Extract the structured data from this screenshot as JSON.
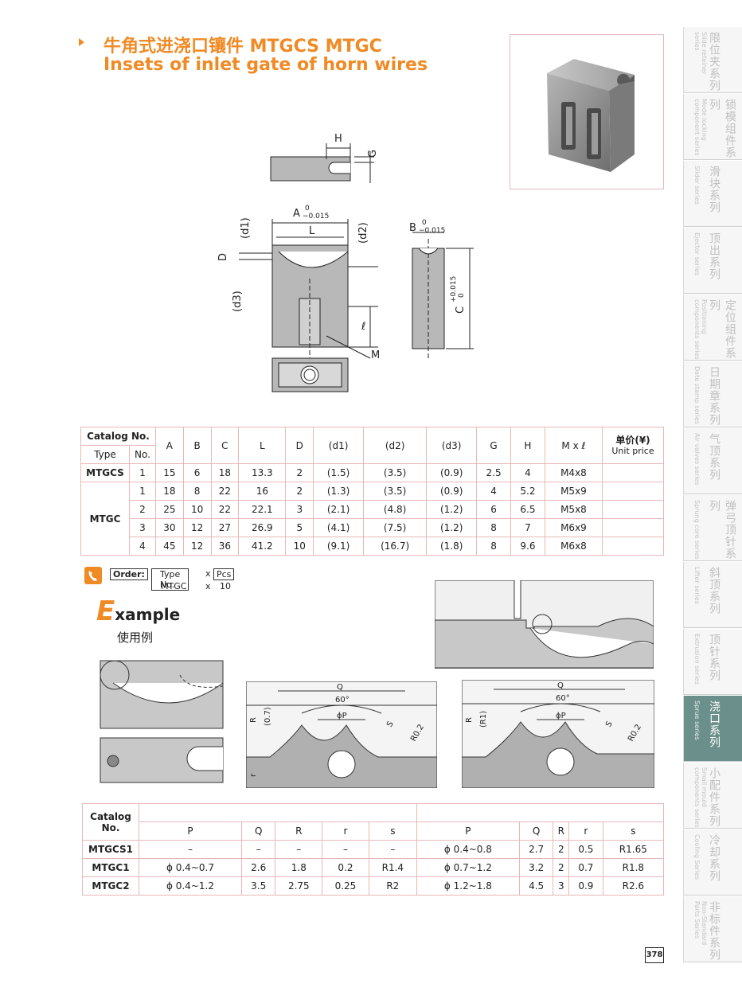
{
  "header": {
    "title_zh": "牛角式进浇口镶件 MTGCS MTGC",
    "title_en": "Insets of inlet gate of horn wires"
  },
  "drawing_labels": {
    "H": "H",
    "G": "G",
    "A": "A",
    "A_tol_top": "0",
    "A_tol_bot": "−0.015",
    "L": "L",
    "d1": "(d1)",
    "d2": "(d2)",
    "D": "D",
    "d3": "(d3)",
    "l": "ℓ",
    "M": "M",
    "B": "B",
    "B_tol_top": "0",
    "B_tol_bot": "−0.015",
    "C": "C",
    "C_tol_top": "+0.015",
    "C_tol_bot": "0"
  },
  "sidebar": {
    "tabs": [
      {
        "zh": "限位夹系列",
        "en": "Slide retainer series",
        "active": false
      },
      {
        "zh": "锁模组件系列",
        "en": "Mode locking component series",
        "active": false
      },
      {
        "zh": "滑块系列",
        "en": "Slider series",
        "active": false
      },
      {
        "zh": "顶出系列",
        "en": "Ejector series",
        "active": false
      },
      {
        "zh": "定位组件系列",
        "en": "Positioning components series",
        "active": false
      },
      {
        "zh": "日期章系列",
        "en": "Date stamp series",
        "active": false
      },
      {
        "zh": "气顶系列",
        "en": "Air valves series",
        "active": false
      },
      {
        "zh": "弹弓顶针系列",
        "en": "Sprung core series",
        "active": false
      },
      {
        "zh": "斜顶系列",
        "en": "Lifter series",
        "active": false
      },
      {
        "zh": "顶针系列",
        "en": "Extrusion series",
        "active": false
      },
      {
        "zh": "浇口系列",
        "en": "Sprue series",
        "active": true
      },
      {
        "zh": "小配件系列",
        "en": "Small mould components series",
        "active": false
      },
      {
        "zh": "冷却系列",
        "en": "Cooling Series",
        "active": false
      },
      {
        "zh": "非标件系列",
        "en": "Non-Standard Parts Series",
        "active": false
      }
    ]
  },
  "spec_table": {
    "catalog_label": "Catalog No.",
    "type_label": "Type",
    "no_label": "No.",
    "columns": [
      "A",
      "B",
      "C",
      "L",
      "D",
      "(d1)",
      "(d2)",
      "(d3)",
      "G",
      "H",
      "M x ℓ"
    ],
    "price_zh": "单价(¥)",
    "price_en": "Unit price",
    "rows": [
      {
        "type": "MTGCS",
        "no": "1",
        "values": [
          "15",
          "6",
          "18",
          "13.3",
          "2",
          "(1.5)",
          "(3.5)",
          "(0.9)",
          "2.5",
          "4",
          "M4x8"
        ]
      },
      {
        "type": "MTGC",
        "no": "1",
        "values": [
          "18",
          "8",
          "22",
          "16",
          "2",
          "(1.3)",
          "(3.5)",
          "(0.9)",
          "4",
          "5.2",
          "M5x9"
        ]
      },
      {
        "type": "",
        "no": "2",
        "values": [
          "25",
          "10",
          "22",
          "22.1",
          "3",
          "(2.1)",
          "(4.8)",
          "(1.2)",
          "6",
          "6.5",
          "M5x8"
        ]
      },
      {
        "type": "",
        "no": "3",
        "values": [
          "30",
          "12",
          "27",
          "26.9",
          "5",
          "(4.1)",
          "(7.5)",
          "(1.2)",
          "8",
          "7",
          "M6x9"
        ]
      },
      {
        "type": "",
        "no": "4",
        "values": [
          "45",
          "12",
          "36",
          "41.2",
          "10",
          "(9.1)",
          "(16.7)",
          "(1.8)",
          "8",
          "9.6",
          "M6x8"
        ]
      }
    ]
  },
  "order": {
    "label": "Order:",
    "type_no": "Type No.",
    "x": "x",
    "pcs": "Pcs",
    "example_type": "MTGC",
    "example_x": "x",
    "example_qty": "10"
  },
  "example": {
    "big_letter": "E",
    "rest": "xample",
    "zh": "使用例"
  },
  "example_drawing_labels": {
    "left": {
      "Q": "Q",
      "angle": "60°",
      "P": "ϕP",
      "R": "R",
      "R_val": "(0.7)",
      "r": "r",
      "s": "S",
      "R02": "R0.2"
    },
    "right": {
      "Q": "Q",
      "angle": "60°",
      "P": "ϕP",
      "R": "R",
      "R_val": "(R1)",
      "s": "S",
      "R02": "R0.2"
    }
  },
  "gate_table": {
    "catalog_label": "Catalog No.",
    "columns": [
      "P",
      "Q",
      "R",
      "r",
      "s",
      "P",
      "Q",
      "R",
      "r",
      "s"
    ],
    "rows": [
      {
        "name": "MTGCS1",
        "values": [
          "–",
          "–",
          "–",
          "–",
          "–",
          "ϕ 0.4~0.8",
          "2.7",
          "2",
          "0.5",
          "R1.65"
        ]
      },
      {
        "name": "MTGC1",
        "values": [
          "ϕ 0.4~0.7",
          "2.6",
          "1.8",
          "0.2",
          "R1.4",
          "ϕ 0.7~1.2",
          "3.2",
          "2",
          "0.7",
          "R1.8"
        ]
      },
      {
        "name": "MTGC2",
        "values": [
          "ϕ 0.4~1.2",
          "3.5",
          "2.75",
          "0.25",
          "R2",
          "ϕ 1.2~1.8",
          "4.5",
          "3",
          "0.9",
          "R2.6"
        ]
      }
    ]
  },
  "page_number": "378",
  "colors": {
    "accent": "#f08a24",
    "border": "#e8b8b8",
    "active_tab": "#6b8f8a"
  }
}
